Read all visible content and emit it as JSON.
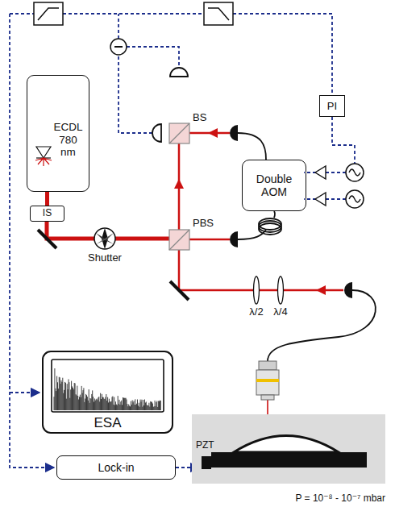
{
  "diagram": {
    "nodes": [
      {
        "text": [
          "ECDL 780 nm"
        ]
      },
      {
        "text": [
          "PI"
        ]
      },
      {
        "text": [
          "Double AOM"
        ]
      },
      {
        "text": [
          "IS"
        ]
      },
      {
        "text": [
          "ESA"
        ]
      },
      {
        "text": [
          "Lock-in"
        ]
      }
    ],
    "edges": [
      {
        "from": 0,
        "to": 3,
        "arrow": "none"
      }
    ],
    "labels": [
      "BS",
      "PBS",
      "Shutter",
      "λ/2",
      "λ/4",
      "PZT",
      "P = 10⁻⁸ - 10⁻⁷ mbar"
    ]
  }
}
